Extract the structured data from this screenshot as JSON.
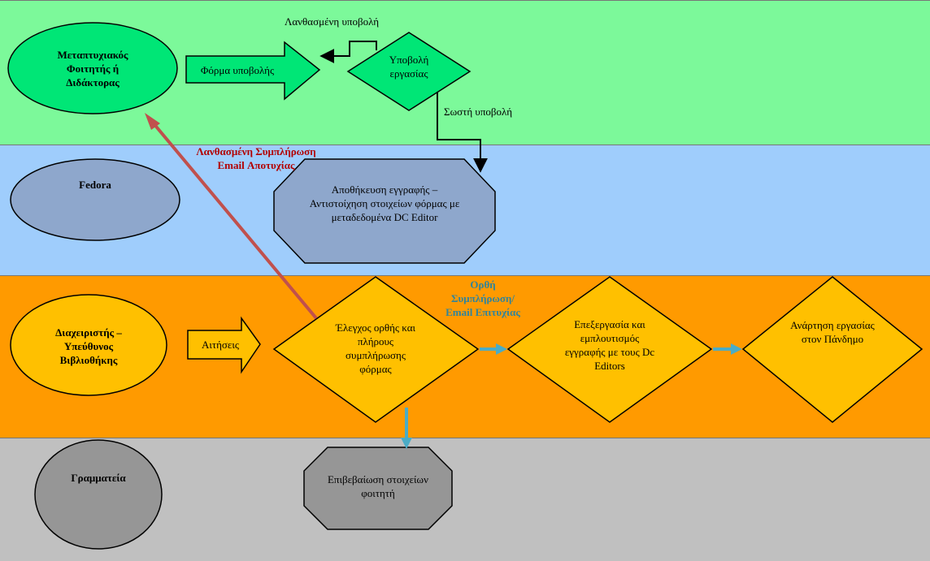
{
  "colors": {
    "lane_student": "#7cf99a",
    "lane_fedora": "#9fcdfc",
    "lane_library": "#ff9a00",
    "lane_secretariat": "#c0c0c0",
    "actor_student": "#00e676",
    "actor_fedora": "#8ea7cc",
    "actor_library": "#ffc000",
    "actor_secretariat": "#969696",
    "decision_student": "#00e676",
    "process_fedora": "#8ea7cc",
    "process_library": "#ffc000",
    "process_secretariat": "#969696",
    "arrow_failure": "#c0504d",
    "arrow_success": "#4bacc6",
    "text_failure": "#b20000",
    "text_success": "#31849b"
  },
  "actors": {
    "student": "Μεταπτυχιακός Φοιτητής ή Διδάκτορας",
    "fedora": "Fedora",
    "library": "Διαχειριστής – Υπεύθυνος Βιβλιοθήκης",
    "secretariat": "Γραμματεία"
  },
  "arrows": {
    "submission_form": "Φόρμα υποβολής",
    "requests": "Αιτήσεις"
  },
  "nodes": {
    "submit_work": "Υποβολή εργασίας",
    "store_record": "Αποθήκευση εγγραφής – Αντιστοίχηση στοιχείων φόρμας με μεταδεδομένα DC Editor",
    "check_form": "Έλεγχος ορθής και πλήρους συμπλήρωσης φόρμας",
    "process_record": "Επεξεργασία και εμπλουτισμός εγγραφής με τους Dc Editors",
    "publish": "Ανάρτηση εργασίας στον Πάνδημο",
    "verify_student": "Επιβεβαίωση στοιχείων φοιτητή"
  },
  "edge_labels": {
    "wrong_submission": "Λανθασμένη υποβολή",
    "correct_submission": "Σωστή υποβολή",
    "wrong_fill_line1": "Λανθασμένη Συμπλήρωση",
    "wrong_fill_line2": "Email Αποτυχίας",
    "correct_fill_line1": "Ορθή",
    "correct_fill_line2": "Συμπλήρωση/",
    "correct_fill_line3": "Email Επιτυχίας"
  }
}
